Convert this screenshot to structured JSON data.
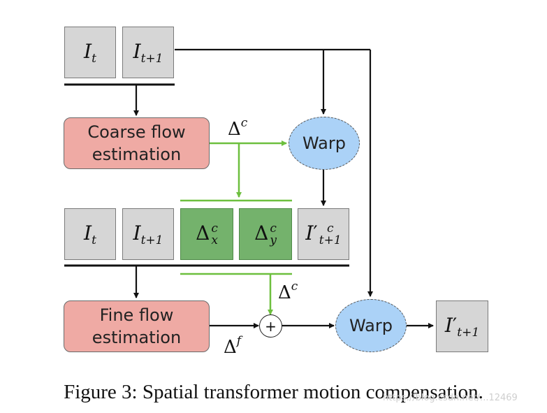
{
  "inputs_top": {
    "left_sub": "t",
    "right_sub": "t+1"
  },
  "coarse_flow": {
    "line1": "Coarse flow",
    "line2": "estimation"
  },
  "fine_flow": {
    "line1": "Fine flow",
    "line2": "estimation"
  },
  "warp_top": "Warp",
  "warp_bottom": "Warp",
  "delta_c_top_sup": "c",
  "delta_c_mid_sup": "c",
  "delta_f_sup": "f",
  "plus_symbol": "+",
  "stack": {
    "it_sub": "t",
    "it1_sub": "t+1",
    "dx_sup": "c",
    "dx_sub": "x",
    "dy_sup": "c",
    "dy_sub": "y",
    "iwarp_sup": "c",
    "iwarp_sub": "t+1"
  },
  "output": {
    "sub": "t+1"
  },
  "caption": "Figure 3: Spatial transformer motion compensation.",
  "watermark": "https://blog.csdn.net/...12469",
  "colors": {
    "gray_box": "#d6d6d6",
    "green_box": "#74b26c",
    "flow_box": "#efaaa4",
    "warp": "#abd2f7",
    "green_arrow": "#6dbf3e"
  }
}
